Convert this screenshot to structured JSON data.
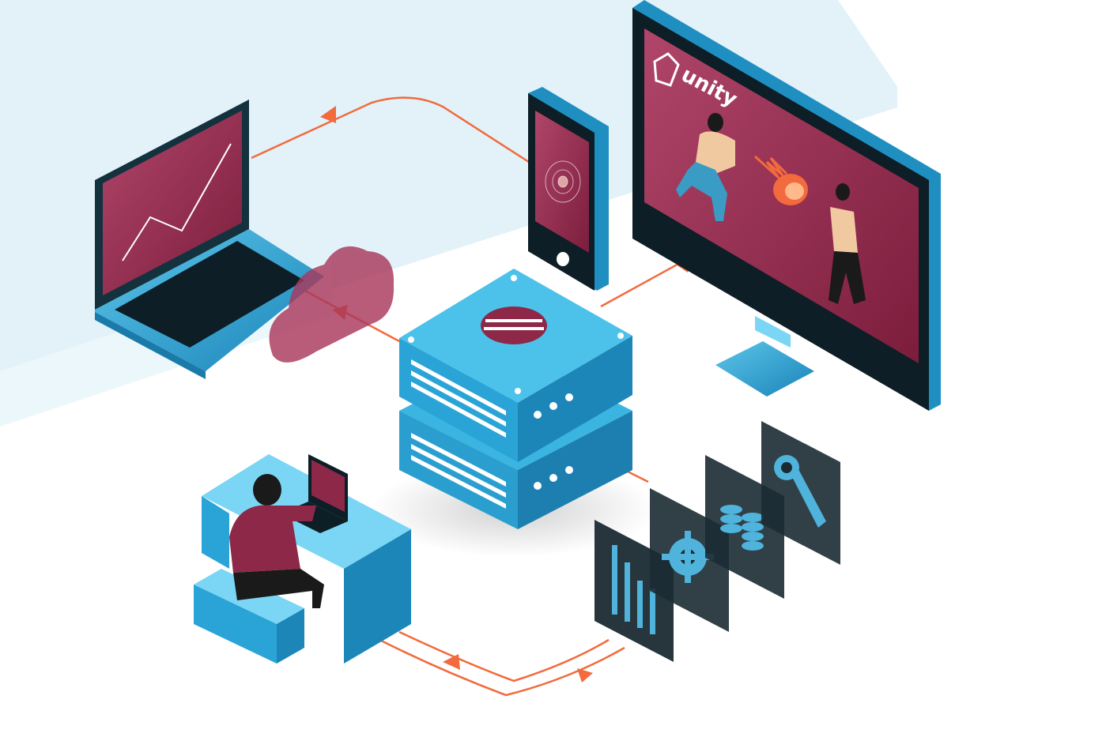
{
  "brand": {
    "logo_text": "unity"
  },
  "nodes": [
    {
      "id": "laptop",
      "icon": "laptop-icon"
    },
    {
      "id": "smartphone",
      "icon": "smartphone-icon"
    },
    {
      "id": "monitor",
      "icon": "monitor-icon"
    },
    {
      "id": "cloud",
      "icon": "cloud-icon"
    },
    {
      "id": "server",
      "icon": "server-rack-icon"
    },
    {
      "id": "developer",
      "icon": "person-at-desk-icon"
    },
    {
      "id": "tool-panels",
      "icons": [
        "bar-chart-icon",
        "gear-icon",
        "database-icon",
        "wrench-icon"
      ]
    }
  ],
  "colors": {
    "screen": "#8e2848",
    "device_blue": "#2aa4d6",
    "device_light": "#7ad6f4",
    "dark": "#0d2430",
    "arrow": "#f26a3d",
    "panel": "#1b2b33",
    "panel_icon": "#4fb3dc",
    "backdrop": "#e2f2f8"
  }
}
